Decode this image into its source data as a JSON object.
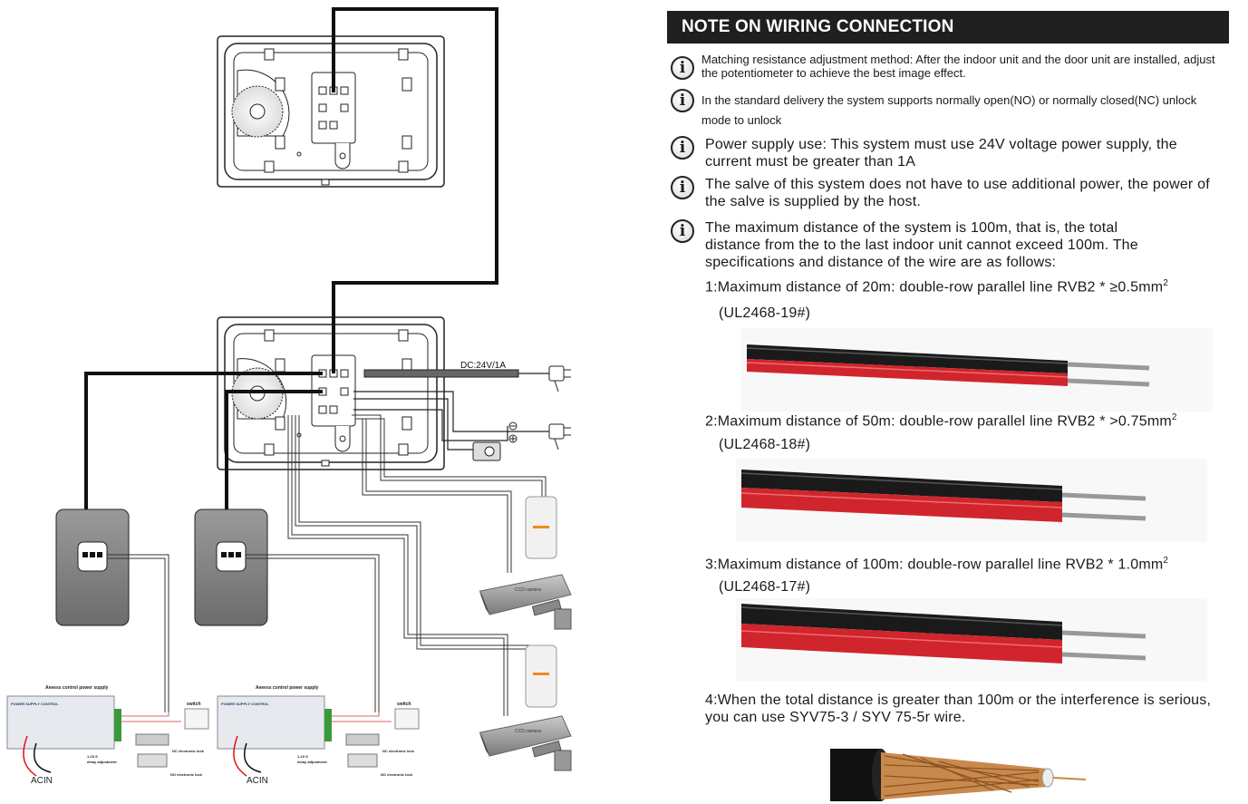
{
  "diagram": {
    "dc_label": "DC:24V/1A",
    "acin_label": "ACIN",
    "power_box_title": "Aeeess control power supply",
    "power_panel_title": "POWER SUPPLY CONTROL",
    "switch_label": "switch",
    "nc_lock_label": "NC electronic lock",
    "no_lock_label": "NO electronic lock",
    "delay_label_1": "1-15 S",
    "delay_label_2": "delay adjustment",
    "camera_text": "CCD camera"
  },
  "notes": {
    "title": "NOTE ON WIRING CONNECTION",
    "items": [
      "Matching resistance adjustment method: After the indoor unit and the door unit are installed, adjust the potentiometer to achieve the best image effect.",
      "In the standard delivery the system supports normally open(NO) or normally closed(NC) unlock mode to unlock",
      "Power supply use: This system must use 24V voltage power supply, the current must be greater than 1A",
      "The salve of this system does not have to use additional power, the power of the salve is supplied by the host.",
      "The maximum distance of the system is 100m, that is, the total distance  from the  to the last indoor unit cannot exceed 100m. The  specifications and distance of the wire are as follows:"
    ],
    "specs": [
      {
        "text": "1:Maximum distance of 20m: double-row parallel line RVB2 * ≥0.5mm",
        "sup": "2",
        "model": "(UL2468-19#)"
      },
      {
        "text": "2:Maximum distance of 50m: double-row parallel line RVB2 * >0.75mm",
        "sup": "2",
        "model": "(UL2468-18#)"
      },
      {
        "text": "3:Maximum distance of 100m: double-row parallel line RVB2 * 1.0mm",
        "sup": "2",
        "model": "(UL2468-17#)"
      }
    ],
    "final_note": "4:When the total distance is greater than 100m or the interference is serious, you can use SYV75-3 / SYV 75-5r wire."
  }
}
